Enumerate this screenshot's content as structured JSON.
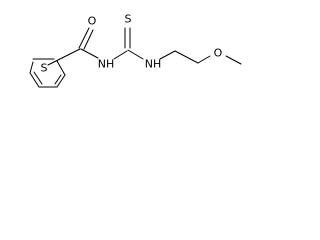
{
  "structure": {
    "atoms": {
      "carbonyl_oxygen": "O",
      "thioxo_sulfur": "S",
      "thiophene_sulfur": "S",
      "amide_nitrogen": "NH",
      "thioamide_nitrogen": "NH",
      "ether_oxygen": "O"
    }
  },
  "colors": {
    "background": "#ffffff",
    "ink": "#000000"
  }
}
